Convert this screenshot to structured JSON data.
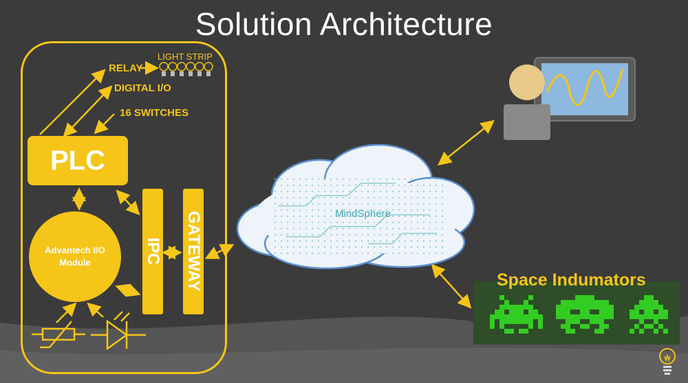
{
  "title": "Solution Architecture",
  "plc": {
    "label": "PLC"
  },
  "io_module": {
    "label": "Advantech I/O Module"
  },
  "ipc": {
    "label": "IPC"
  },
  "gateway": {
    "label": "GATEWAY"
  },
  "plc_outputs": {
    "relay": "RELAY",
    "digital_io": "DIGITAL I/O",
    "switches": "16 SWITCHES",
    "light_strip": "LIGHT STRIP"
  },
  "cloud": {
    "label": "MindSphere"
  },
  "game": {
    "title": "Space Indumators"
  },
  "colors": {
    "accent": "#f5c518",
    "background": "#3b3b3b",
    "cloud_fill": "#eef4fa",
    "cloud_stroke": "#5b8fd0",
    "cloud_text": "#3fa8b8",
    "invader_green": "#33cc22",
    "game_panel": "#2e4d28",
    "person_head": "#e8c98a",
    "person_body": "#8a8a8a",
    "monitor_screen": "#8db8e0"
  },
  "icons": [
    "user-icon",
    "monitor-chart-icon",
    "thermistor-icon",
    "photodiode-icon",
    "space-invader-icon",
    "lightbulb-icon",
    "light-bulb-strip-icon"
  ]
}
